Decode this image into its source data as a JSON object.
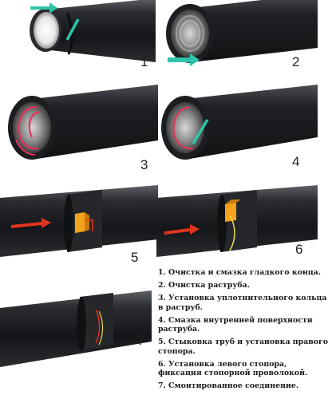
{
  "steps": [
    {
      "number": "1",
      "text": "1. Очистка и смазка гладкого конца."
    },
    {
      "number": "2",
      "text": "2. Очистка раструба."
    },
    {
      "number": "3",
      "text": [
        "3. Установка уплотнительного кольца",
        "в раструб."
      ]
    },
    {
      "number": "4",
      "text": [
        "4. Смазка внутренней поверхности",
        "раструба."
      ]
    },
    {
      "number": "5",
      "text": [
        "5. Стыковка труб и установка правого",
        "стопора."
      ]
    },
    {
      "number": "6",
      "text": [
        "6. Установка левого стопора,",
        "фиксация стопорной проволокой."
      ]
    },
    {
      "number": "7",
      "text": "7. Смонтированное соединение."
    }
  ],
  "colors": {
    "pipe": "#1e1f22",
    "pipe_highlight": "#6a6e74",
    "arrow_teal": "#2fc4a8",
    "seal_ring": "#e8305a",
    "stopper": "#f2a31b",
    "push_arrow": "#e2341f"
  }
}
